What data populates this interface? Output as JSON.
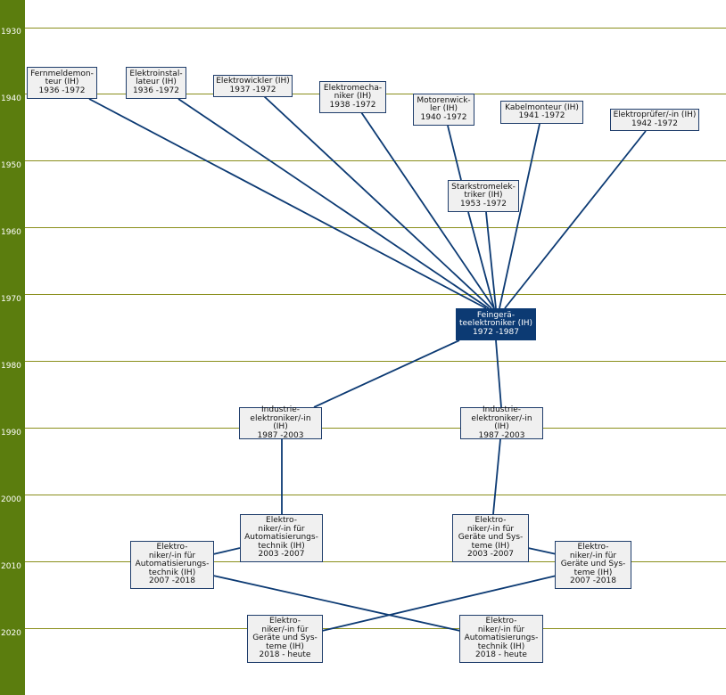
{
  "timeline": {
    "years": [
      "1930",
      "1940",
      "1950",
      "1960",
      "1970",
      "1980",
      "1990",
      "2000",
      "2010",
      "2020"
    ]
  },
  "nodes": {
    "fernmeldemonteur": "Fernmeldemon-\nteur (IH)\n1936 -1972",
    "elektroinstallateur": "Elektroinstal-\nlateur (IH)\n1936 -1972",
    "elektrowickler": "Elektrowickler (IH)\n1937 -1972",
    "elektromechaniker": "Elektromecha-\nniker (IH)\n1938 -1972",
    "motorenwickler": "Motorenwick-\nler (IH)\n1940 -1972",
    "kabelmonteur": "Kabelmonteur (IH)\n1941 -1972",
    "elektropruefer": "Elektroprüfer/-in (IH)\n1942 -1972",
    "starkstromelektriker": "Starkstromelek-\ntriker (IH)\n1953 -1972",
    "feingeraeteelektroniker": "Feingerä-\nteelektroniker (IH)\n1972 -1987",
    "industrieelektroniker_left": "Industrie-\nelektroniker/-in (IH)\n1987 -2003",
    "industrieelektroniker_right": "Industrie-\nelektroniker/-in (IH)\n1987 -2003",
    "automatisierung_2003": "Elektro-\nniker/-in für\nAutomatisierungs-\ntechnik (IH)\n2003 -2007",
    "geraete_2003": "Elektro-\nniker/-in für\nGeräte und Sys-\nteme (IH)\n2003 -2007",
    "automatisierung_2007": "Elektro-\nniker/-in für\nAutomatisierungs-\ntechnik (IH)\n2007 -2018",
    "geraete_2007": "Elektro-\nniker/-in für\nGeräte und Sys-\nteme (IH)\n2007 -2018",
    "geraete_2018": "Elektro-\nniker/-in  für\nGeräte und Sys-\nteme (IH)\n2018 - heute",
    "automatisierung_2018": "Elektro-\nniker/-in für\nAutomatisierungs-\ntechnik (IH)\n2018 - heute"
  },
  "colors": {
    "sidebar": "#5b7d0e",
    "gridline": "#8a8f1c",
    "edge": "#0c3a73",
    "highlight_node": "#0c3a73"
  }
}
